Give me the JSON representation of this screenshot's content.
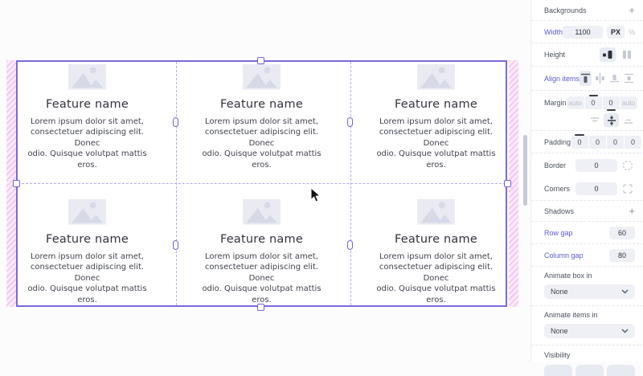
{
  "canvas": {
    "card": {
      "title": "Feature name",
      "line1": "Lorem ipsum dolor sit amet,",
      "line2": "consectetuer adipiscing elit. Donec",
      "line3": "odio. Quisque volutpat mattis eros."
    }
  },
  "sidebar": {
    "backgrounds_label": "Backgrounds",
    "add_label": "+",
    "width_label": "Width",
    "width_value": "1100",
    "unit_px": "PX",
    "unit_percent": "%",
    "height_label": "Height",
    "align_items_label": "Align items",
    "margin_label": "Margin",
    "margin_values": [
      "auto",
      "0",
      "0",
      "auto"
    ],
    "padding_label": "Padding",
    "padding_values": [
      "0",
      "0",
      "0",
      "0"
    ],
    "border_label": "Border",
    "border_value": "0",
    "corners_label": "Corners",
    "corners_value": "0",
    "shadows_label": "Shadows",
    "row_gap_label": "Row gap",
    "row_gap_value": "60",
    "column_gap_label": "Column gap",
    "column_gap_value": "80",
    "animate_box_label": "Animate box in",
    "animate_box_value": "None",
    "animate_items_label": "Animate items in",
    "animate_items_value": "None",
    "visibility_label": "Visibility"
  },
  "colors": {
    "accent": "#5a5ad2",
    "selection_border": "#7a68e0",
    "grid_dash": "#b1abf1",
    "margin_hatch": "#f5c9ee"
  }
}
